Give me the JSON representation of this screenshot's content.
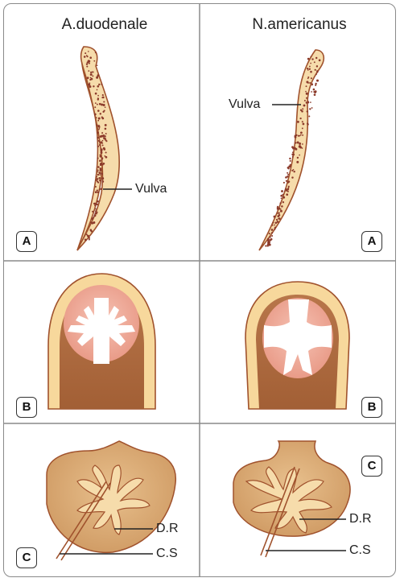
{
  "columns": {
    "left_title": "A.duodenale",
    "right_title": "N.americanus"
  },
  "labels": {
    "vulva_left": "Vulva",
    "vulva_right": "Vulva",
    "dr_left": "D.R",
    "dr_right": "D.R",
    "cs_left": "C.S",
    "cs_right": "C.S"
  },
  "badges": {
    "a_left": "A",
    "a_right": "A",
    "b_left": "B",
    "b_right": "B",
    "c_left": "C",
    "c_right": "C"
  },
  "colors": {
    "worm_fill": "#f6dcab",
    "worm_outline": "#a0522d",
    "worm_dots": "#8b3a2a",
    "capsule_outer": "#f7d89c",
    "capsule_inner": "#b26a42",
    "buccal_pink": "#f0a898",
    "bursa_fill": "#ddb07a",
    "ray_fill": "#f6dcab",
    "grid_line": "#8a8a8a"
  }
}
